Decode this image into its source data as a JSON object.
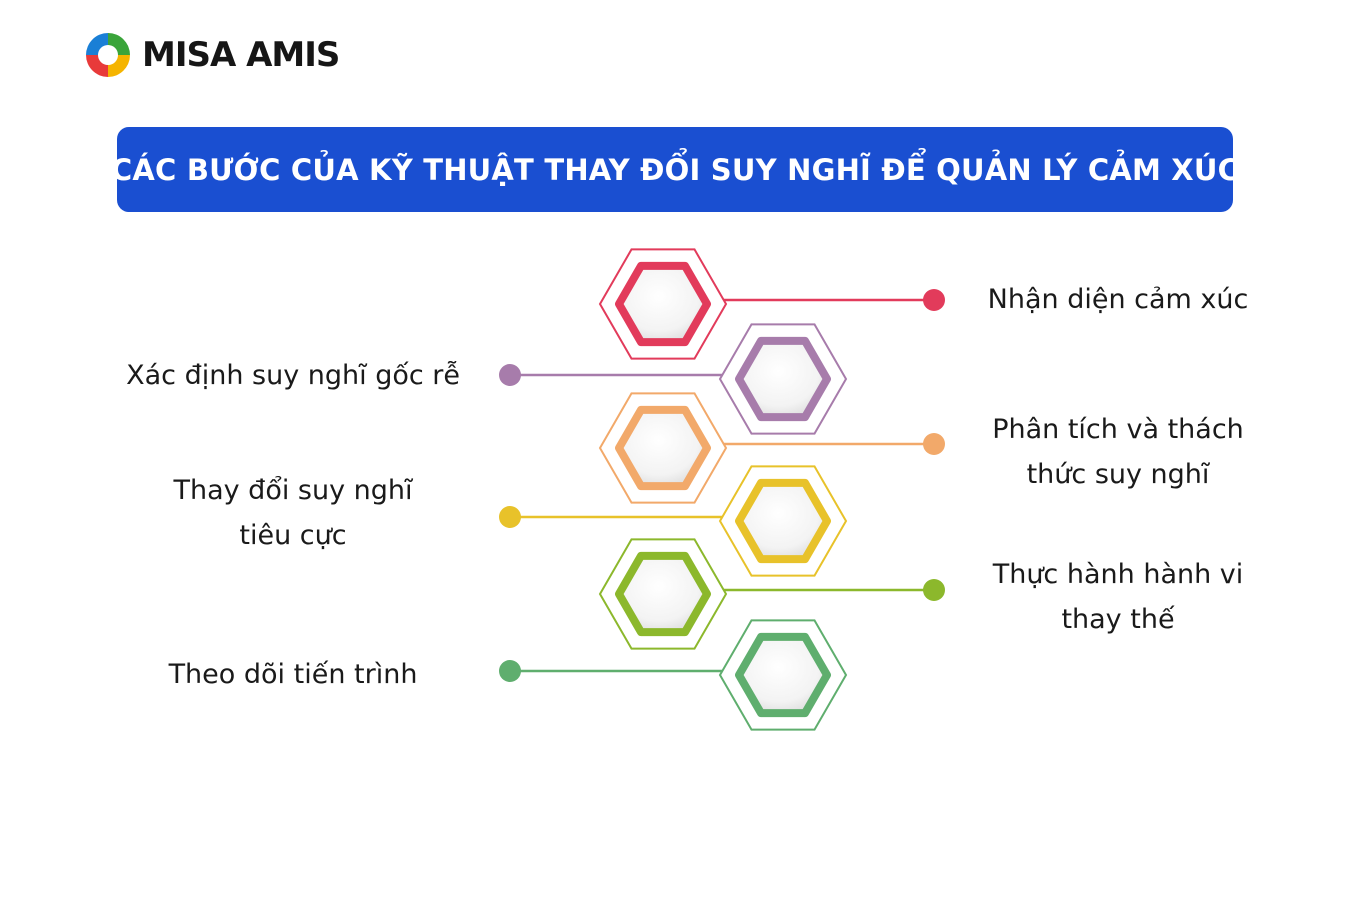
{
  "brand": {
    "name": "MISA AMIS",
    "logo_icon": "misa-amis-swirl-icon",
    "colors": [
      "#e83a3a",
      "#f5b400",
      "#3aa43a",
      "#1a7fd6"
    ]
  },
  "title": "CÁC BƯỚC CỦA KỸ THUẬT THAY ĐỔI SUY NGHĨ ĐỂ QUẢN LÝ CẢM XÚC",
  "title_bg": "#1a4fd1",
  "steps": [
    {
      "label_lines": [
        "Nhận diện cảm xúc"
      ],
      "side": "right",
      "color": "#e23b5b"
    },
    {
      "label_lines": [
        "Xác định suy nghĩ gốc rễ"
      ],
      "side": "left",
      "color": "#a77cab"
    },
    {
      "label_lines": [
        "Phân tích và thách",
        "thức suy nghĩ"
      ],
      "side": "right",
      "color": "#f2a96a"
    },
    {
      "label_lines": [
        "Thay đổi suy nghĩ",
        "tiêu cực"
      ],
      "side": "left",
      "color": "#e8c22a"
    },
    {
      "label_lines": [
        "Thực hành hành vi",
        "thay thế"
      ],
      "side": "right",
      "color": "#8cb82c"
    },
    {
      "label_lines": [
        "Theo dõi tiến trình"
      ],
      "side": "left",
      "color": "#5fae6e"
    }
  ]
}
